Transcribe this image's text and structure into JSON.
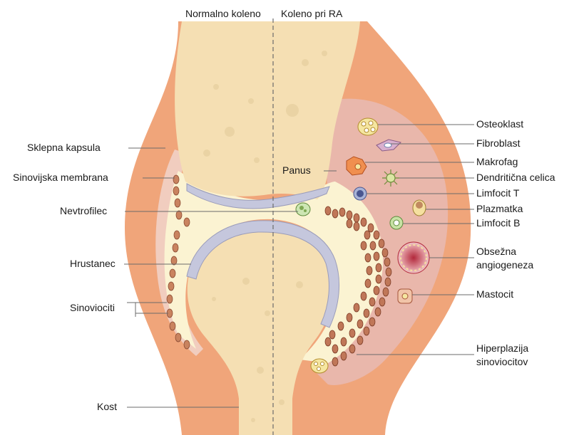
{
  "header": {
    "left": "Normalno koleno",
    "right": "Koleno pri RA"
  },
  "left_labels": {
    "capsule": "Sklepna kapsula",
    "synovial_membrane": "Sinovijska membrana",
    "neutrophil": "Nevtrofilec",
    "cartilage": "Hrustanec",
    "synoviocytes": "Sinoviociti",
    "bone": "Kost"
  },
  "center_labels": {
    "pannus": "Panus"
  },
  "right_labels": {
    "osteoclast": "Osteoklast",
    "fibroblast": "Fibroblast",
    "macrophage": "Makrofag",
    "dendritic_cell": "Dendritična celica",
    "t_cell": "Limfocit T",
    "plasma_cell": "Plazmatka",
    "b_cell": "Limfocit B",
    "angiogenesis_line1": "Obsežna",
    "angiogenesis_line2": "angiogeneza",
    "mast_cell": "Mastocit",
    "hyperplasia_line1": "Hiperplazija",
    "hyperplasia_line2": "sinoviocitov"
  },
  "colors": {
    "capsule": "#f0a57a",
    "bone": "#f5dfb3",
    "joint_space": "#fbf3d2",
    "cartilage": "#c5c7dd",
    "synovium_inflamed": "#e9b7ab",
    "synovium_normal": "#f1cdbf",
    "synoviocyte": "#b8725a",
    "lead_line": "#6b6b6b"
  }
}
